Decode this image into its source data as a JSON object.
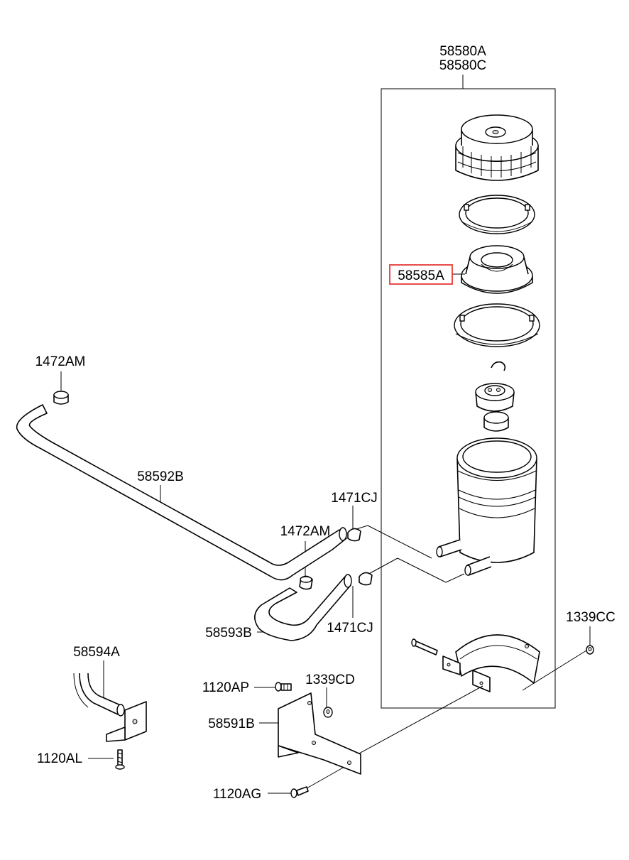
{
  "labels": {
    "reservoir_assy_1": "58580A",
    "reservoir_assy_2": "58580C",
    "filter_label": "58585A",
    "clamp_left": "1472AM",
    "hose_return": "58592B",
    "clamp_top_right": "1471CJ",
    "clamp_mid": "1472AM",
    "hose_suction": "58593B",
    "clamp_bottom_right": "1471CJ",
    "nut_right": "1339CC",
    "tube_left": "58594A",
    "bolt_top": "1120AP",
    "nut_center": "1339CD",
    "bracket": "58591B",
    "bolt_left": "1120AL",
    "bolt_bottom": "1120AG"
  },
  "highlight": {
    "target": "58585A",
    "color": "#e53935"
  }
}
